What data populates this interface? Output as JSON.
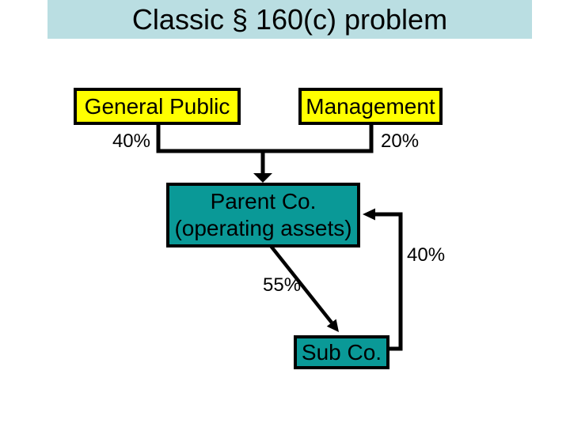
{
  "slide": {
    "title": "Classic § 160(c) problem",
    "colors": {
      "background": "#FFFFFF",
      "title_band": "#BADEE2",
      "shareholder_fill": "#FFFF00",
      "company_fill": "#0A9997",
      "line": "#000000"
    },
    "nodes": {
      "general_public": {
        "label": "General Public"
      },
      "management": {
        "label": "Management"
      },
      "parent_co": {
        "label": "Parent Co.",
        "sublabel": "(operating assets)"
      },
      "sub_co": {
        "label": "Sub Co."
      }
    },
    "ownership": {
      "general_public_in_parent": "40%",
      "management_in_parent": "20%",
      "parent_in_sub": "55%",
      "sub_in_parent": "40%"
    }
  }
}
